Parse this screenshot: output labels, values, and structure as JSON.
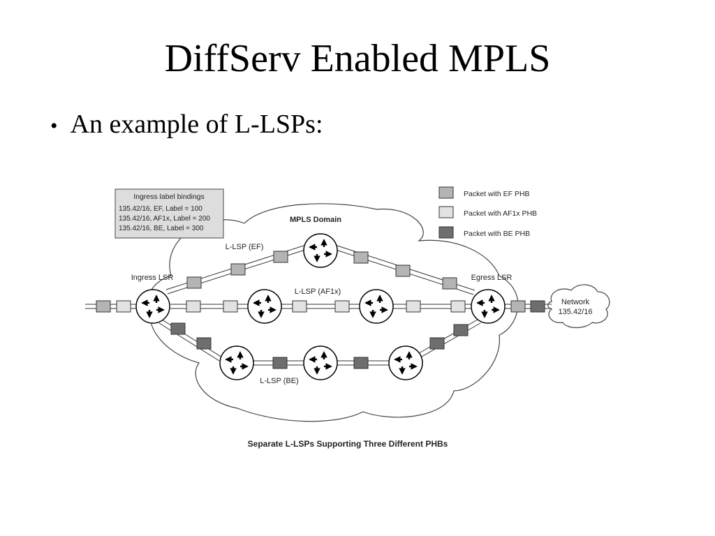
{
  "slide": {
    "title": "DiffServ Enabled MPLS",
    "bullet": "An example of L-LSPs:"
  },
  "diagram": {
    "bindings_box": {
      "title": "Ingress label bindings",
      "lines": [
        "135.42/16, EF, Label = 100",
        "135.42/16, AF1x, Label = 200",
        "135.42/16, BE, Label = 300"
      ]
    },
    "legend": [
      {
        "label": "Packet with EF PHB",
        "color": "#b4b4b4"
      },
      {
        "label": "Packet with AF1x PHB",
        "color": "#e2e2e2"
      },
      {
        "label": "Packet with BE PHB",
        "color": "#6e6e6e"
      }
    ],
    "labels": {
      "domain": "MPLS Domain",
      "lsp_ef": "L-LSP (EF)",
      "lsp_af": "L-LSP (AF1x)",
      "lsp_be": "L-LSP (BE)",
      "ingress": "Ingress LSR",
      "egress": "Egress LSR",
      "network_line1": "Network",
      "network_line2": "135.42/16"
    },
    "caption": "Separate L-LSPs Supporting Three Different PHBs",
    "colors": {
      "ef": "#b4b4b4",
      "af": "#e2e2e2",
      "be": "#6e6e6e"
    }
  }
}
